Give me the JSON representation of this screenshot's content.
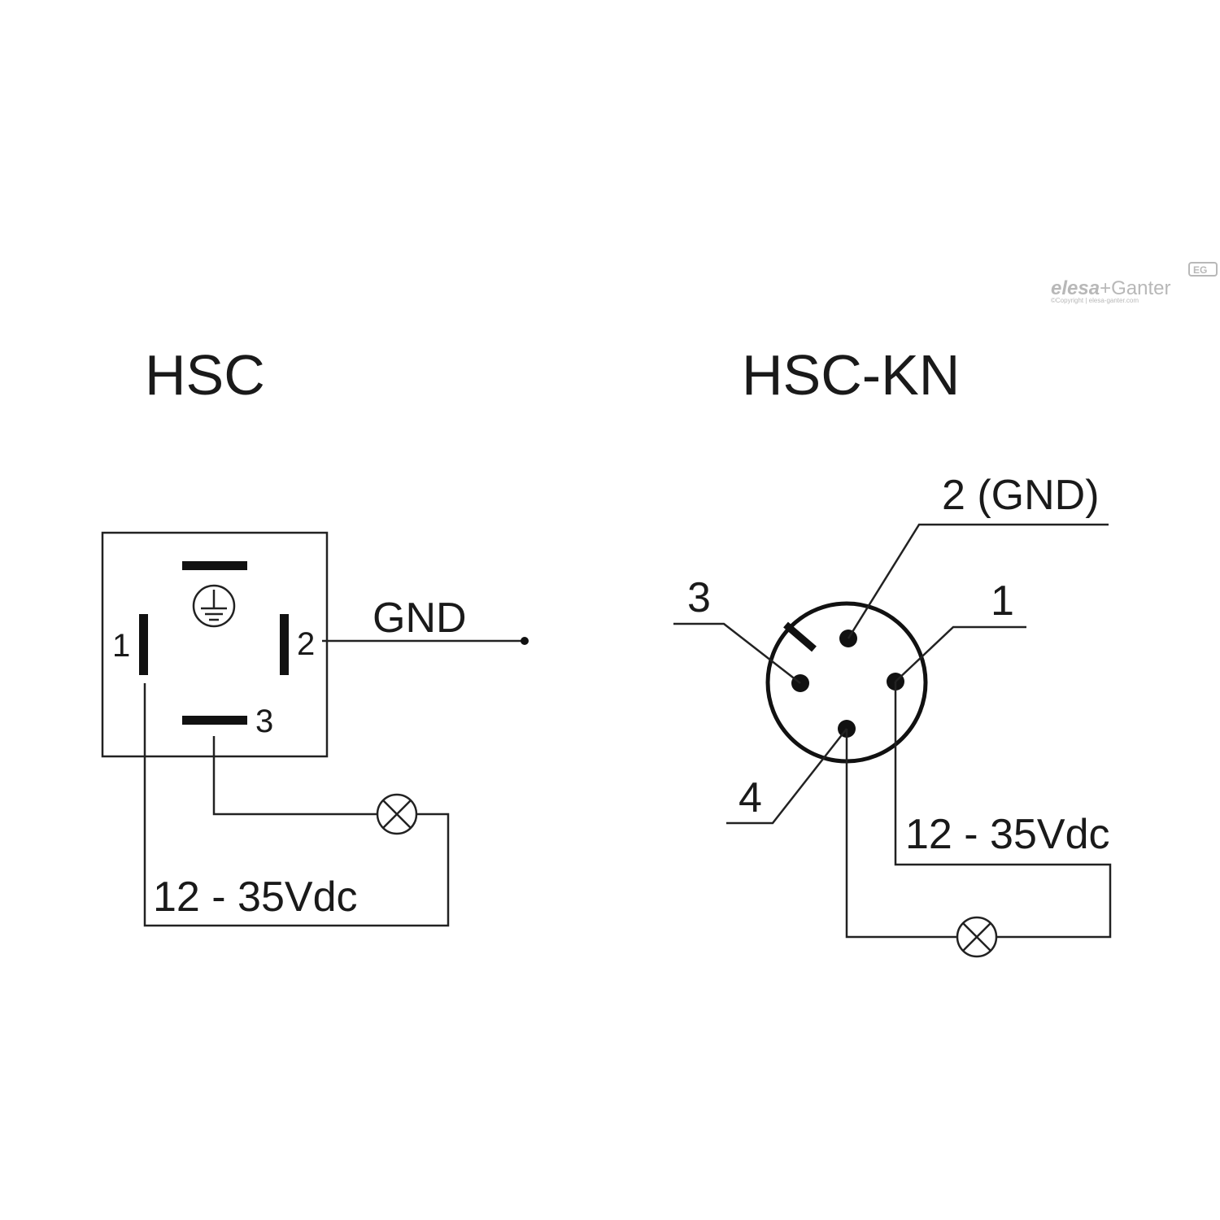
{
  "logo": {
    "brand_part1": "elesa",
    "brand_part2": "+Ganter",
    "badge": "EG",
    "copyright": "©Copyright | elesa-ganter.com"
  },
  "hsc": {
    "title": "HSC",
    "pin1_label": "1",
    "pin2_label": "2",
    "pin3_label": "3",
    "gnd_label": "GND",
    "voltage_label": "12 - 35Vdc"
  },
  "hsc_kn": {
    "title": "HSC-KN",
    "pin1_label": "1",
    "pin2_label": "2 (GND)",
    "pin3_label": "3",
    "pin4_label": "4",
    "voltage_label": "12 - 35Vdc"
  }
}
